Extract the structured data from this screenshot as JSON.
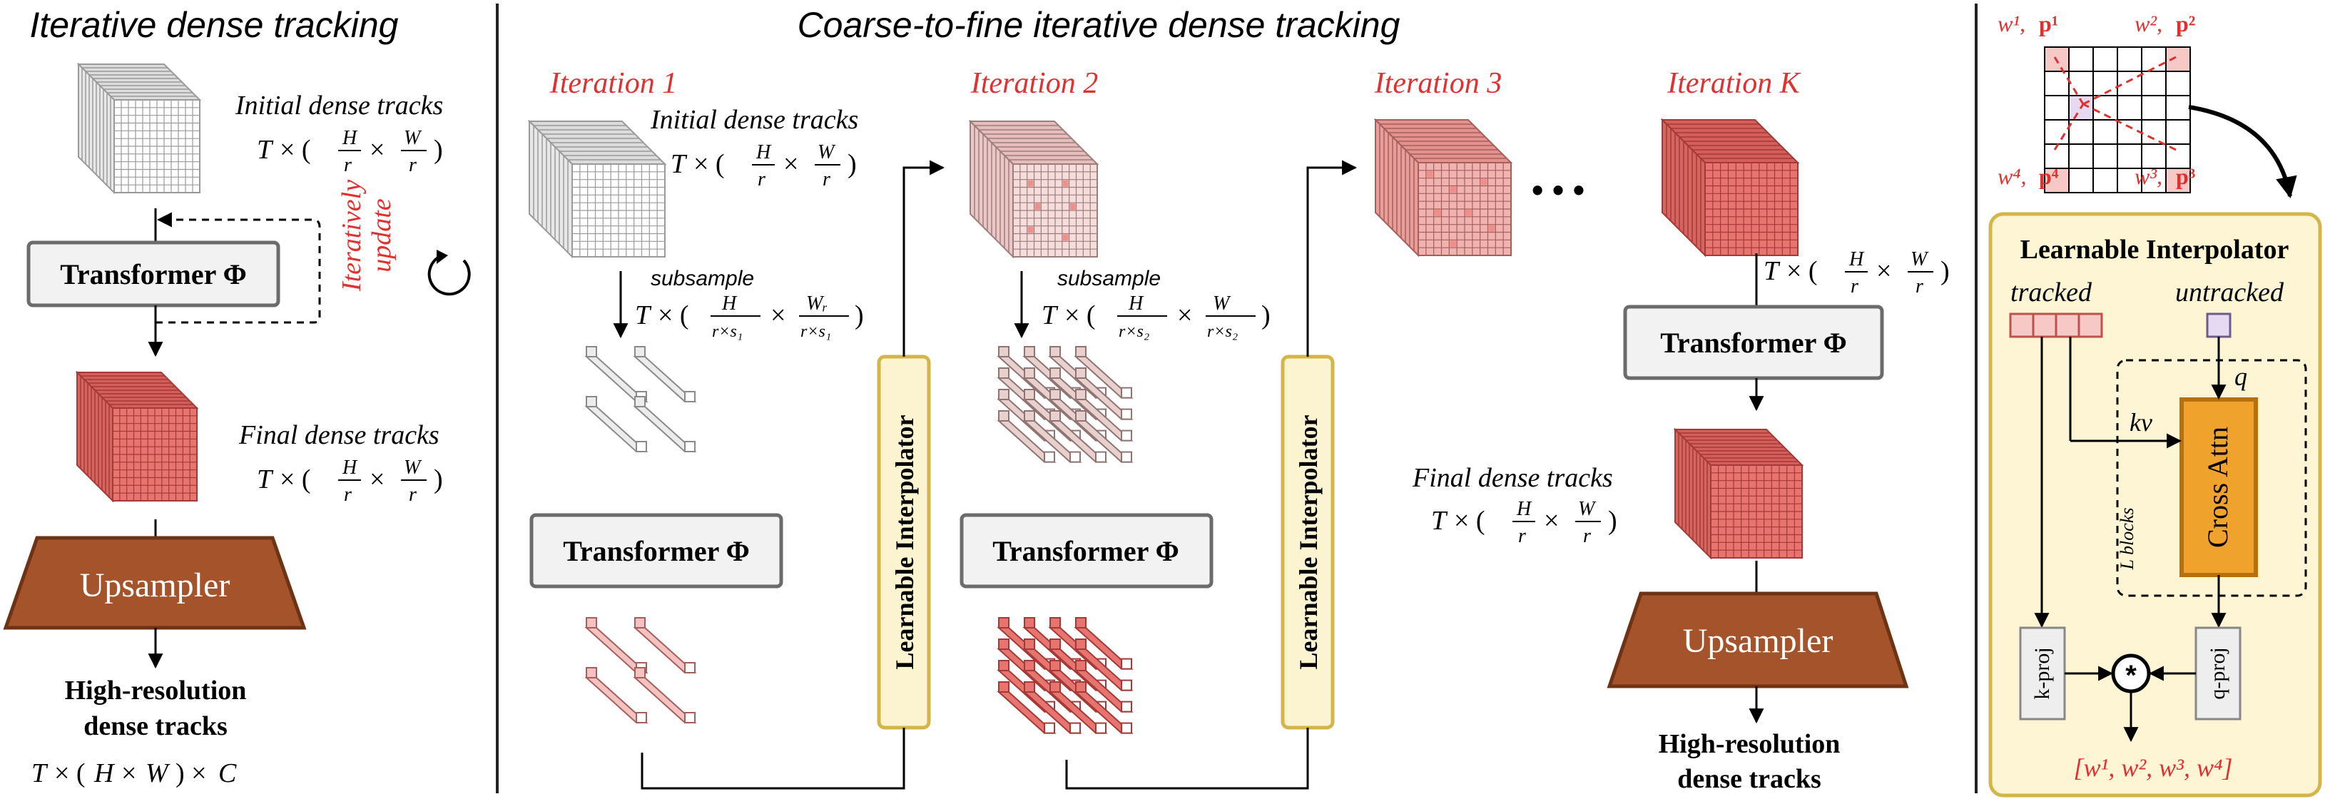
{
  "colors": {
    "red_text": "#e03131",
    "grid_white": "#ffffff",
    "grid_pink": "#f7d7d6",
    "grid_red": "#ef8f8c",
    "upsampler_brown": "#a5532b",
    "interp_box_fill": "#fcf3d0",
    "interp_box_stroke": "#d3b64a",
    "right_panel_fill": "#fdf5d4",
    "cross_attn_orange": "#f0a32c"
  },
  "left_panel": {
    "title": "Iterative dense tracking",
    "initial_label": "Initial dense tracks",
    "transformer_label": "Transformer Φ",
    "iter_update_1": "Iteratively",
    "iter_update_2": "update",
    "final_label": "Final dense tracks",
    "upsampler_label": "Upsampler",
    "hires_1": "High-resolution",
    "hires_2": "dense tracks"
  },
  "middle_panel": {
    "title": "Coarse-to-fine iterative dense tracking",
    "iter1": "Iteration 1",
    "iter2": "Iteration 2",
    "iter3": "Iteration 3",
    "iterK": "Iteration K",
    "initial_label": "Initial dense tracks",
    "subsample": "subsample",
    "transformer_label": "Transformer Φ",
    "learnable_interp": "Learnable Interpolator",
    "final_label": "Final dense tracks",
    "upsampler_label": "Upsampler",
    "hires_1": "High-resolution",
    "hires_2": "dense tracks",
    "ellipsis": "• • •"
  },
  "right_panel": {
    "title": "Learnable Interpolator",
    "tracked": "tracked",
    "untracked": "untracked",
    "kv": "kv",
    "q": "q",
    "cross_attn": "Cross Attn",
    "l_blocks": "L blocks",
    "k_proj": "k-proj",
    "q_proj": "q-proj"
  },
  "icons": [
    "refresh-cycle-icon",
    "multiply-operator-icon"
  ]
}
